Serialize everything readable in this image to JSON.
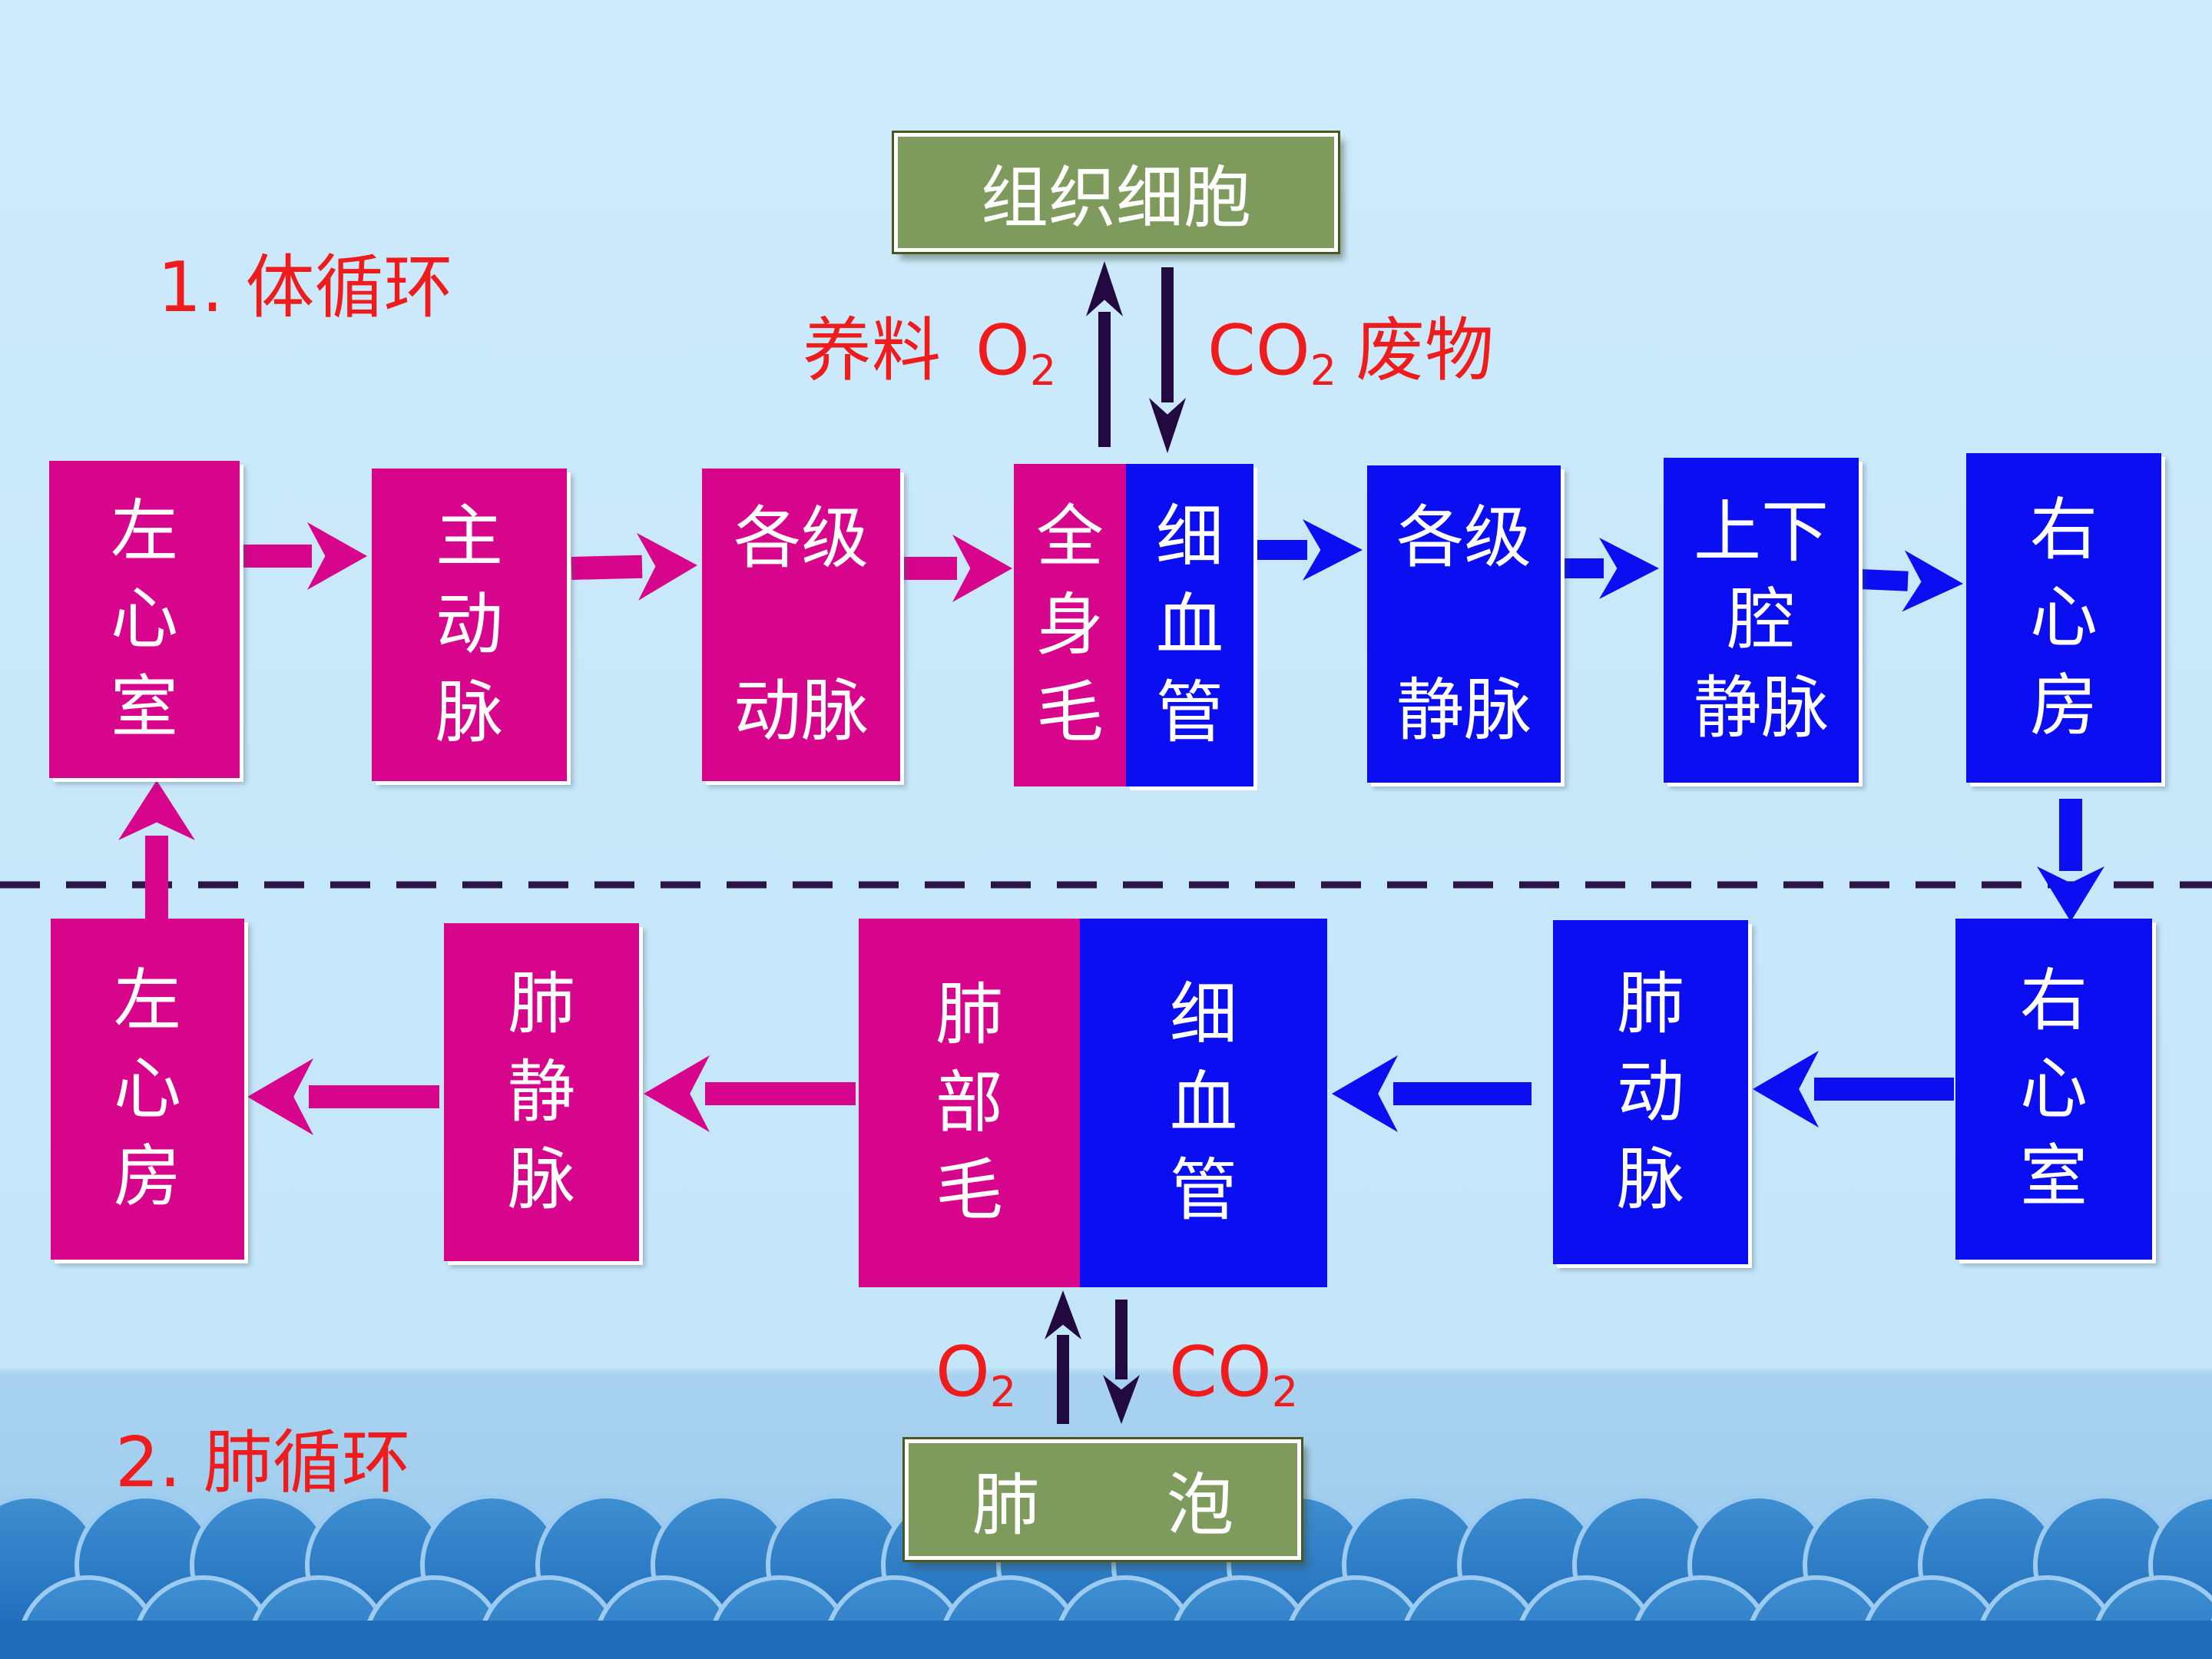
{
  "labels": {
    "systemic": "1. 体循环",
    "pulmonary": "2. 肺循环",
    "nutrients": "养料",
    "o2_top": "O",
    "o2_top_sub": "2",
    "co2_top": "CO",
    "co2_top_sub": "2",
    "waste": "废物",
    "o2_bottom": "O",
    "o2_bottom_sub": "2",
    "co2_bottom": "CO",
    "co2_bottom_sub": "2"
  },
  "boxes": {
    "tissue": "组织细胞",
    "alveoli": {
      "left": "肺",
      "right": "泡"
    },
    "left_ventricle": [
      "左",
      "心",
      "室"
    ],
    "aorta": [
      "主",
      "动",
      "脉"
    ],
    "arteries": [
      "各级",
      "动脉"
    ],
    "body_cap_left": [
      "全",
      "身",
      "毛"
    ],
    "body_cap_right": [
      "细",
      "血",
      "管"
    ],
    "veins": [
      "各级",
      "静脉"
    ],
    "vena_cava": [
      "上下",
      "腔",
      "静脉"
    ],
    "right_atrium": [
      "右",
      "心",
      "房"
    ],
    "right_ventricle": [
      "右",
      "心",
      "室"
    ],
    "pulmonary_artery": [
      "肺",
      "动",
      "脉"
    ],
    "lung_cap_left": [
      "肺",
      "部",
      "毛"
    ],
    "lung_cap_right": [
      "细",
      "血",
      "管"
    ],
    "pulmonary_vein": [
      "肺",
      "静",
      "脉"
    ],
    "left_atrium": [
      "左",
      "心",
      "房"
    ]
  },
  "colors": {
    "oxygenated": "#d6058b",
    "deoxygenated": "#0a0ef0",
    "exchange_arrows": "#220a40",
    "labels": "#ee1c1c",
    "tissue_box": "#7e9a5c"
  }
}
